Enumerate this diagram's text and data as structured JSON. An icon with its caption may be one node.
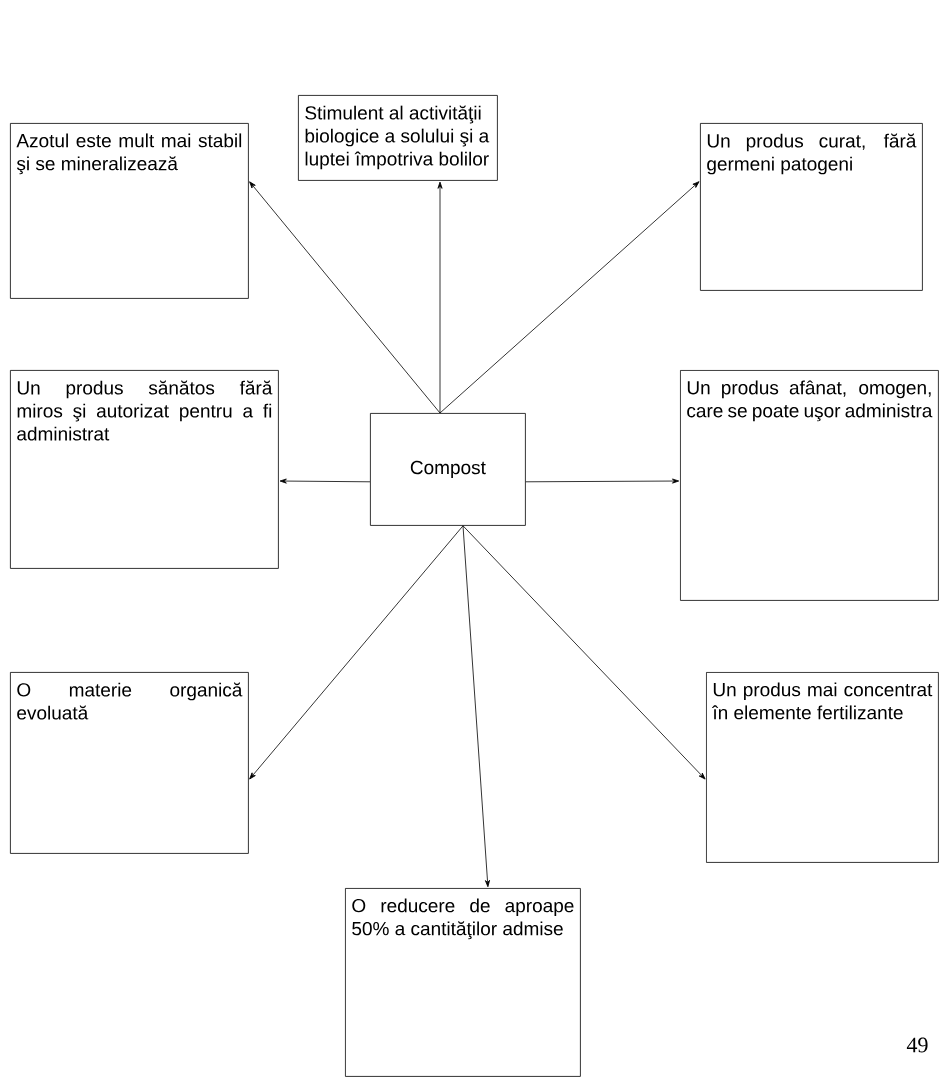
{
  "diagram": {
    "nodes": [
      {
        "text": [
          "Stimulent al activităţii biologice a solului şi a luptei împotriva bolilor"
        ]
      },
      {
        "text": [
          "Azotul este mult mai stabil şi se mineralizează"
        ]
      },
      {
        "text": [
          "Un produs curat, fără germeni patogeni"
        ]
      },
      {
        "text": [
          "Un produs sănătos fără miros şi autorizat pentru a fi administrat"
        ]
      },
      {
        "text": [
          "Compost"
        ]
      },
      {
        "text": [
          "Un produs afânat, omogen, care se poate uşor administra"
        ]
      },
      {
        "text": [
          "O materie organică evoluată"
        ]
      },
      {
        "text": [
          "Un produs mai concentrat în elemente fertilizante"
        ]
      },
      {
        "text": [
          "O reducere de aproape 50% a cantităţilor admise"
        ]
      }
    ],
    "edges": [
      {
        "from": 4,
        "to": 0,
        "arrow": "to"
      },
      {
        "from": 4,
        "to": 1,
        "arrow": "to"
      },
      {
        "from": 4,
        "to": 2,
        "arrow": "to"
      },
      {
        "from": 4,
        "to": 3,
        "arrow": "to"
      },
      {
        "from": 4,
        "to": 5,
        "arrow": "to"
      },
      {
        "from": 4,
        "to": 6,
        "arrow": "to"
      },
      {
        "from": 4,
        "to": 8,
        "arrow": "to"
      },
      {
        "from": 4,
        "to": 7,
        "arrow": "to"
      }
    ],
    "labels": [
      "49"
    ]
  }
}
